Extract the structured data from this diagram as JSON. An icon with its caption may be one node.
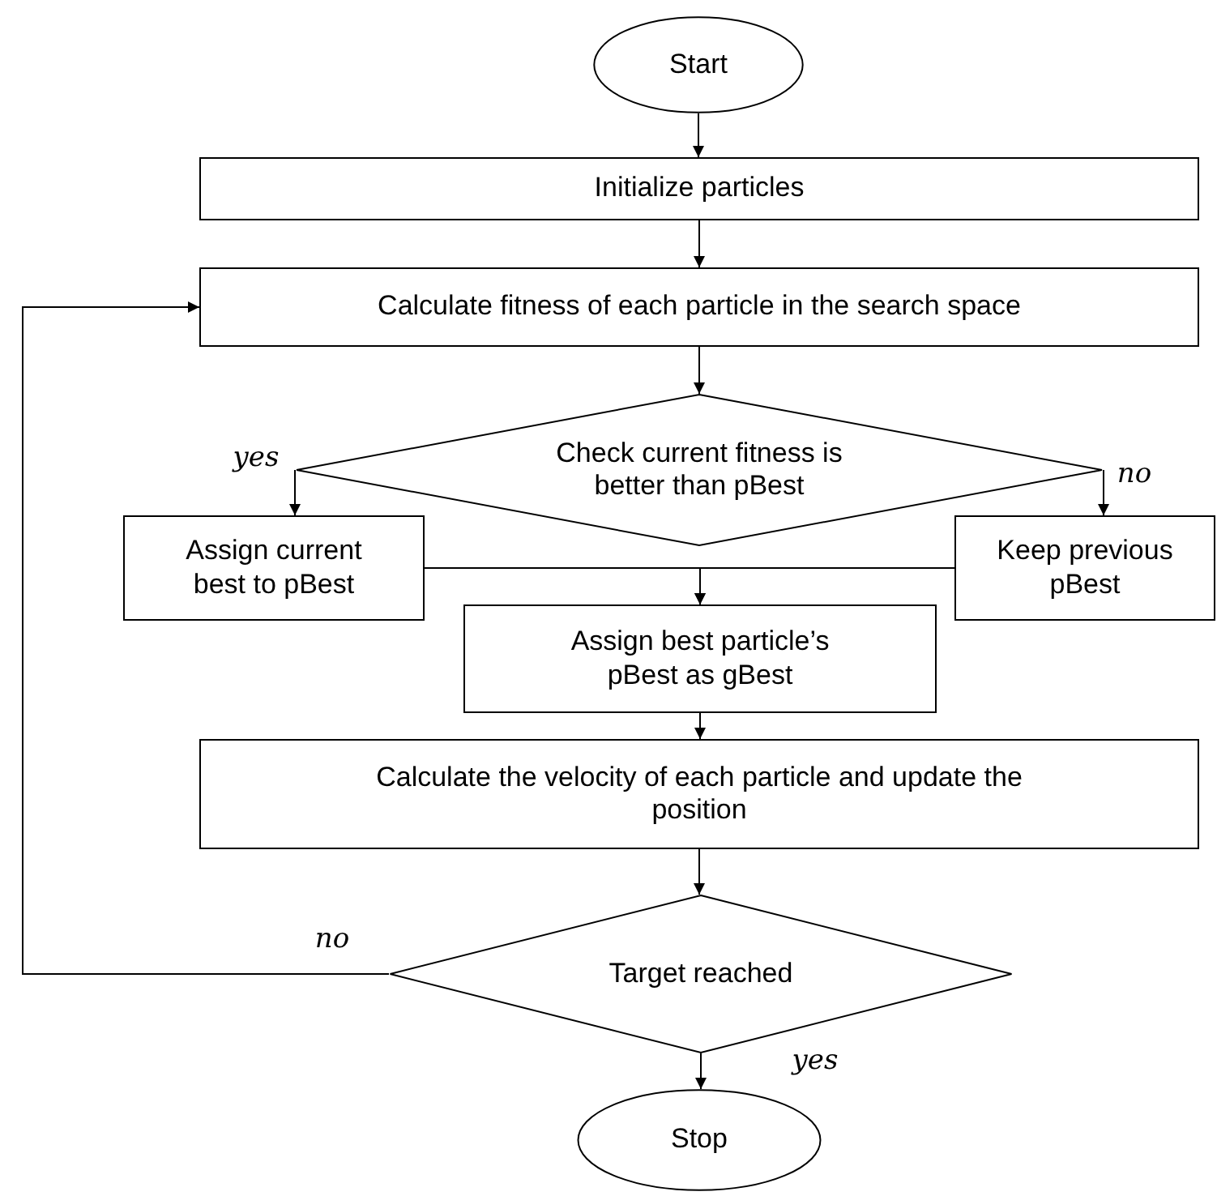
{
  "diagram": {
    "nodes": [
      {
        "text": [
          "Start"
        ]
      },
      {
        "text": [
          "Initialize particles"
        ]
      },
      {
        "text": [
          "Calculate fitness of each particle in the search space"
        ]
      },
      {
        "text": [
          "Check current fitness is better than pBest"
        ]
      },
      {
        "text": [
          "Assign current best to pBest"
        ]
      },
      {
        "text": [
          "Keep previous pBest"
        ]
      },
      {
        "text": [
          "Assign best particle’s pBest as gBest"
        ]
      },
      {
        "text": [
          "Calculate the velocity of each particle and update the position"
        ]
      },
      {
        "text": [
          "Target reached"
        ]
      },
      {
        "text": [
          "Stop"
        ]
      }
    ],
    "edges": [
      {
        "from": 0,
        "to": 1,
        "arrow": "to"
      },
      {
        "from": 1,
        "to": 2,
        "arrow": "to"
      },
      {
        "from": 2,
        "to": 3,
        "arrow": "to"
      },
      {
        "from": 3,
        "to": 4,
        "arrow": "to",
        "label": "yes"
      },
      {
        "from": 3,
        "to": 5,
        "arrow": "to",
        "label": "no"
      },
      {
        "from": 4,
        "to": 6,
        "arrow": "to"
      },
      {
        "from": 5,
        "to": 6,
        "arrow": "to"
      },
      {
        "from": 6,
        "to": 7,
        "arrow": "to"
      },
      {
        "from": 7,
        "to": 8,
        "arrow": "to"
      },
      {
        "from": 8,
        "to": 2,
        "arrow": "to",
        "label": "no"
      },
      {
        "from": 8,
        "to": 9,
        "arrow": "to",
        "label": "yes"
      }
    ]
  }
}
